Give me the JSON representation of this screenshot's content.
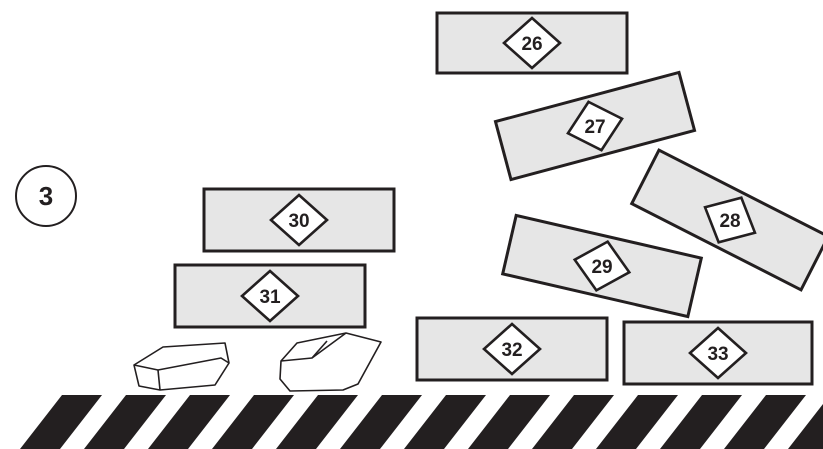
{
  "step": {
    "number": "3"
  },
  "blocks": [
    {
      "label": "26"
    },
    {
      "label": "27"
    },
    {
      "label": "28"
    },
    {
      "label": "29"
    },
    {
      "label": "30"
    },
    {
      "label": "31"
    },
    {
      "label": "32"
    },
    {
      "label": "33"
    }
  ],
  "colors": {
    "block_fill": "#e6e6e6",
    "outline": "#231f20",
    "background": "#ffffff"
  }
}
